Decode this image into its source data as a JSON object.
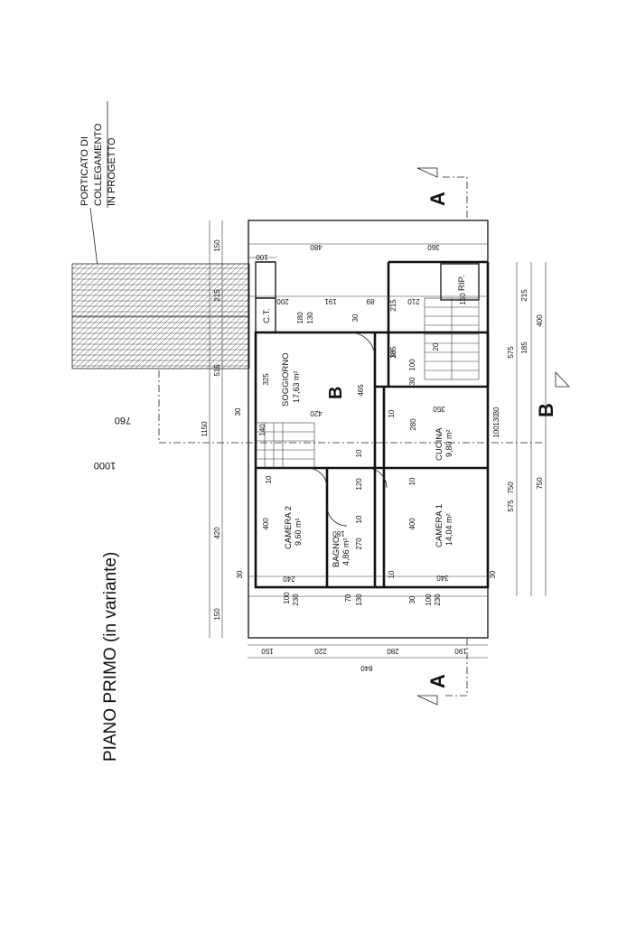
{
  "title": "PIANO PRIMO (in variante)",
  "annotation": [
    "PORTICATO DI",
    "COLLEGAMENTO",
    "IN PROGETTO"
  ],
  "section_marks": {
    "a": "A",
    "b": "B"
  },
  "rooms": {
    "soggiorno": {
      "name": "SOGGIORNO",
      "area": "17,63 m²",
      "letter": "B"
    },
    "cucina": {
      "name": "CUCINA",
      "area": "9,80 m²"
    },
    "camera1": {
      "name": "CAMERA 1",
      "area": "14,04 m²"
    },
    "camera2": {
      "name": "CAMERA 2",
      "area": "9,60 m²"
    },
    "bagno": {
      "name": "BAGNO",
      "area": "4,86 m²"
    },
    "ct": "C.T.",
    "rip": "RIP."
  },
  "dims": {
    "left_chain": [
      "150",
      "215",
      "515",
      "1150",
      "420",
      "150"
    ],
    "outer_left": [
      "760",
      "1000"
    ],
    "bottom_chain": [
      "150",
      "220",
      "280",
      "190",
      "840"
    ],
    "top_chain": [
      "100",
      "480",
      "360"
    ],
    "right_chain_a": [
      "215",
      "185",
      "575",
      "750",
      "575"
    ],
    "right_chain_b": [
      "400",
      "750"
    ],
    "interior": [
      "200",
      "191",
      "89",
      "210",
      "150",
      "180",
      "130",
      "30",
      "325",
      "465",
      "420",
      "30",
      "140",
      "10",
      "30",
      "215",
      "185",
      "100",
      "20",
      "30",
      "280",
      "350",
      "10",
      "130",
      "100",
      "30",
      "10",
      "400",
      "240",
      "30",
      "100",
      "230",
      "70",
      "130",
      "180",
      "270",
      "120",
      "10",
      "10",
      "400",
      "340",
      "10",
      "30",
      "100",
      "230",
      "30"
    ]
  }
}
